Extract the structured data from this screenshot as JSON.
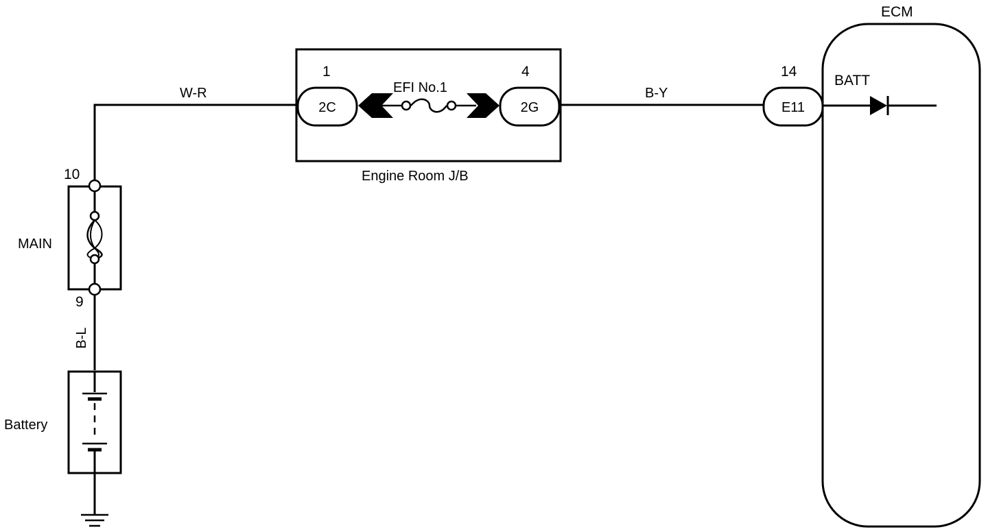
{
  "diagram": {
    "wires": {
      "w_r": "W-R",
      "b_y": "B-Y",
      "b_l": "B-L"
    },
    "main_fuse": {
      "label": "MAIN",
      "pin_top": "10",
      "pin_bottom": "9"
    },
    "battery": {
      "label": "Battery"
    },
    "junction_block": {
      "label": "Engine Room J/B",
      "fuse_label": "EFI No.1",
      "left_pin": "1",
      "left_connector": "2C",
      "right_pin": "4",
      "right_connector": "2G"
    },
    "ecm": {
      "label": "ECM",
      "pin": "14",
      "connector": "E11",
      "terminal": "BATT"
    }
  }
}
